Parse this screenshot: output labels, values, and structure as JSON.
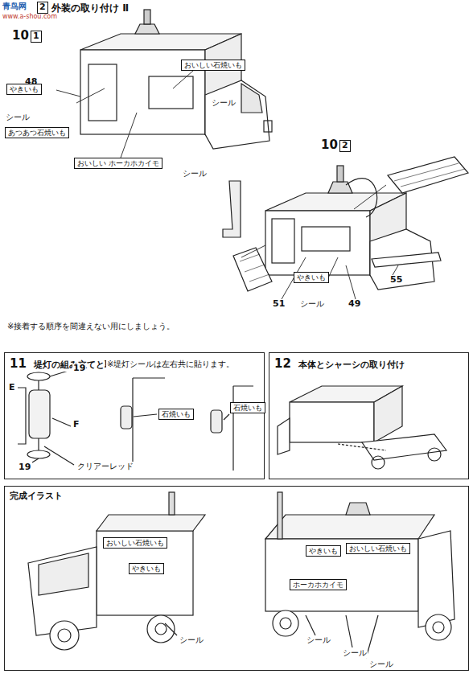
{
  "diagram": {
    "title": "外装の取り付け Ⅱ",
    "nodes": [
      {
        "text": [
          "11",
          "堤灯の組み立てと取り付け"
        ]
      },
      {
        "text": [
          "12",
          "本体とシャーシの取り付け"
        ]
      },
      {
        "text": [
          "完成イラスト"
        ]
      }
    ],
    "labels": [
      "青鸟网",
      "www.a-shou.com",
      "2",
      "10",
      "1",
      "48",
      "シール",
      "おいしい石焼いも",
      "シール",
      "やきいも",
      "あつあつ石焼いも",
      "おいしい ホーカホカイモ",
      "シール",
      "10",
      "2",
      "やきいも",
      "51",
      "シール",
      "49",
      "55",
      "※接着する順序を間違えない用にしましょう。",
      "※堤灯シールは左右共に貼ります。",
      "19",
      "E",
      "F",
      "19",
      "クリアーレッド",
      "石焼いも",
      "石焼いも",
      "シール",
      "シール",
      "シール",
      "シール",
      "おいしい石焼いも",
      "やきいも",
      "ホーカホカイモ",
      "おいしい石焼いも",
      "やきいも"
    ]
  }
}
